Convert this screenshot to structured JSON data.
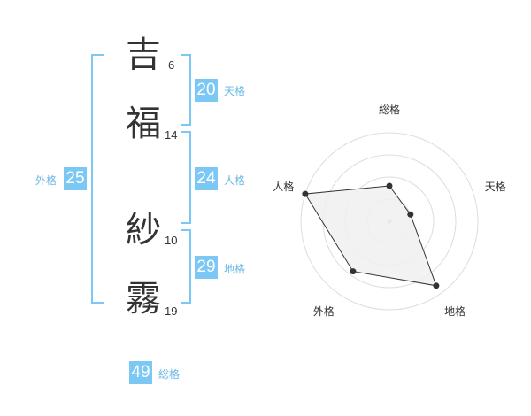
{
  "colors": {
    "accent": "#7cc8f4",
    "accent_text": "#6ab8e6",
    "text": "#333333",
    "ring": "#dddddd",
    "area_fill": "#f0f0f0",
    "polygon_stroke": "#333333"
  },
  "name": {
    "chars": [
      {
        "char": "吉",
        "strokes": "6"
      },
      {
        "char": "福",
        "strokes": "14"
      },
      {
        "char": "紗",
        "strokes": "10"
      },
      {
        "char": "霧",
        "strokes": "19"
      }
    ]
  },
  "grids": {
    "tenkaku": {
      "label": "天格",
      "value": "20"
    },
    "jinkaku": {
      "label": "人格",
      "value": "24"
    },
    "chikaku": {
      "label": "地格",
      "value": "29"
    },
    "gaikaku": {
      "label": "外格",
      "value": "25"
    },
    "soukaku": {
      "label": "総格",
      "value": "49"
    }
  },
  "chart_data": {
    "type": "radar",
    "axes": [
      "総格",
      "天格",
      "地格",
      "外格",
      "人格"
    ],
    "values": [
      0.4,
      0.25,
      0.9,
      0.7,
      1.0
    ],
    "max": 1.0,
    "rings": 4
  }
}
